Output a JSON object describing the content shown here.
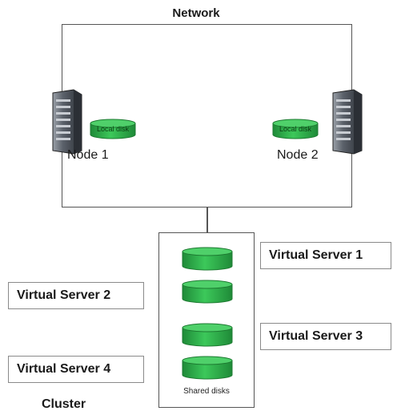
{
  "diagram": {
    "network_label": "Network",
    "cluster_label": "Cluster",
    "nodes": [
      {
        "label": "Node 1",
        "disk_label": "Local disk"
      },
      {
        "label": "Node 2",
        "disk_label": "Local disk"
      }
    ],
    "shared_disks_label": "Shared disks",
    "virtual_servers": [
      {
        "label": "Virtual Server 1"
      },
      {
        "label": "Virtual Server 2"
      },
      {
        "label": "Virtual Server 3"
      },
      {
        "label": "Virtual Server 4"
      }
    ],
    "colors": {
      "disk_fill": "#2eb24a",
      "disk_top": "#4fd06a",
      "disk_stroke": "#1d7a31",
      "line": "#555555",
      "server_dark": "#3b3f46"
    },
    "icons": {
      "server": "server-tower-icon",
      "disk": "disk-cylinder-icon"
    }
  }
}
